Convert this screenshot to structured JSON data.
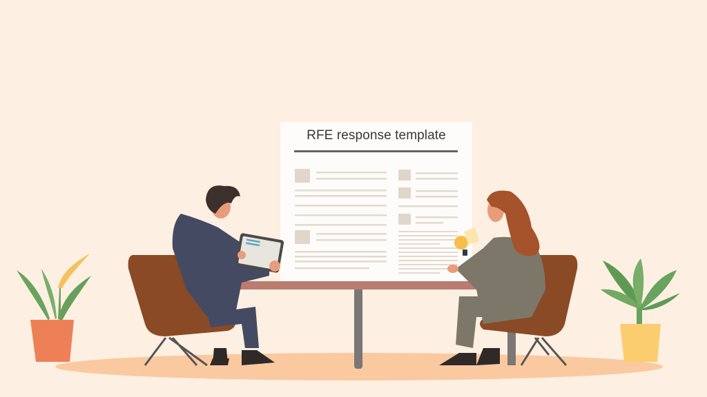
{
  "scene": {
    "description": "Two people seated at a table reviewing a large document",
    "background_color": "#fdefe2",
    "floor_color": "#fbc9a0"
  },
  "document": {
    "title": "RFE response template",
    "paper_color": "#fefcfa",
    "rule_color": "#6b6259",
    "line_color": "#e3d9cc",
    "block_color": "#e0d6c9"
  },
  "people": [
    {
      "name": "man",
      "suit_color": "#454a63",
      "hair_color": "#3c302a",
      "holding": "tablet"
    },
    {
      "name": "woman",
      "suit_color": "#7d776a",
      "hair_color": "#a6522b",
      "holding": "lightbulb"
    }
  ],
  "props": {
    "chair_color": "#8a4a26",
    "table_top_color": "#b97c6f",
    "table_leg_color": "#7a7775",
    "lightbulb_color": "#f6bf4a",
    "left_plant_pot_color": "#ee8058",
    "right_plant_pot_color": "#fbcd6f",
    "leaf_color": "#69a35e",
    "accent_leaf_color": "#f6c25f"
  }
}
